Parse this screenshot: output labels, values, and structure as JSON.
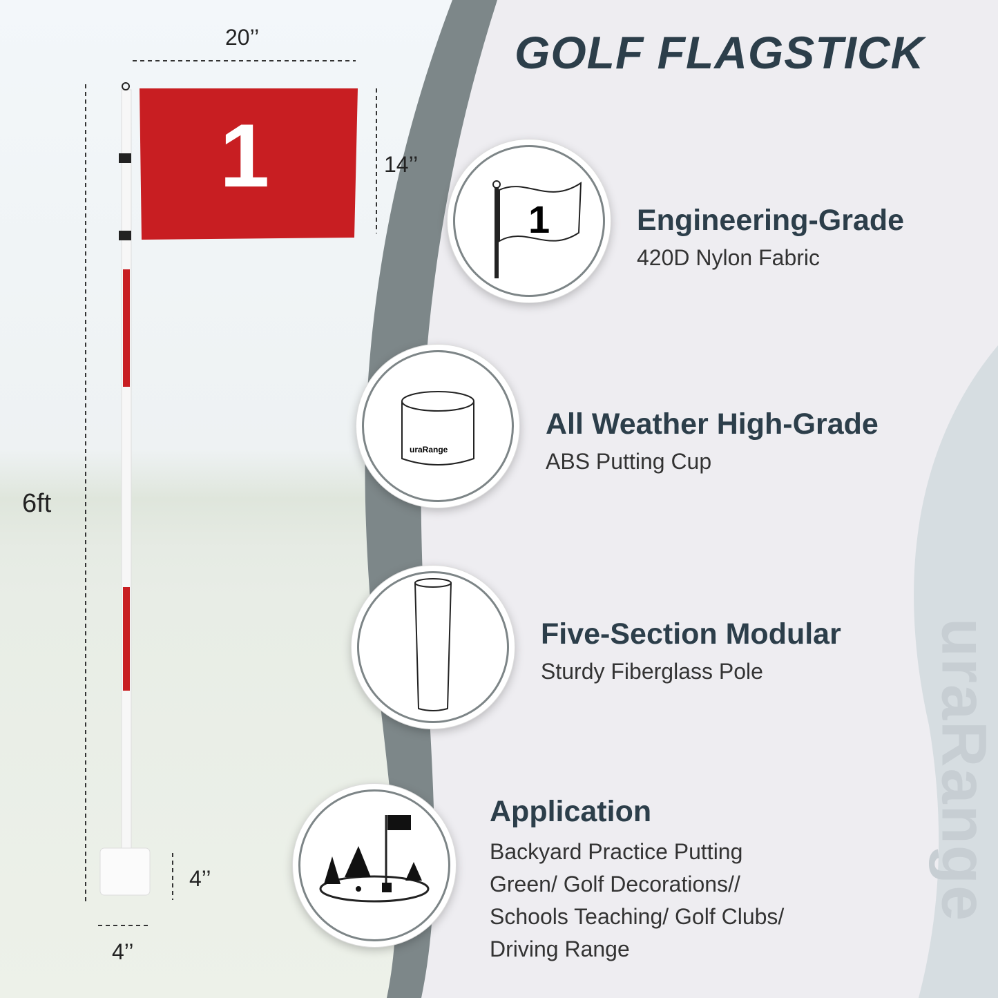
{
  "title": "GOLF FLAGSTICK",
  "product": {
    "flag_number": "1",
    "dimensions": {
      "flag_width": "20’’",
      "flag_height": "14’’",
      "pole_height": "6ft",
      "cup_height": "4’’",
      "cup_width": "4’’"
    },
    "flag_color": "#c81e22"
  },
  "features": [
    {
      "icon": "flag-icon",
      "icon_text": "1",
      "heading": "Engineering-Grade",
      "lines": [
        "420D Nylon Fabric"
      ]
    },
    {
      "icon": "putting-cup-icon",
      "icon_text": "uraRange",
      "heading": "All Weather High-Grade",
      "lines": [
        "ABS Putting Cup"
      ]
    },
    {
      "icon": "pole-section-icon",
      "heading": "Five-Section Modular",
      "lines": [
        "Sturdy Fiberglass Pole"
      ]
    },
    {
      "icon": "golf-green-icon",
      "heading": "Application",
      "lines": [
        "Backyard Practice Putting",
        "Green/ Golf Decorations//",
        "Schools Teaching/ Golf Clubs/",
        "Driving Range"
      ]
    }
  ],
  "watermark": "uraRange",
  "colors": {
    "heading": "#2c3e4a",
    "background": "#eeedf1",
    "band": "#7d8789"
  }
}
